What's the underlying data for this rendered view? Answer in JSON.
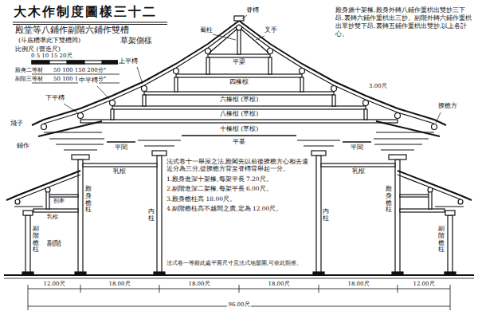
{
  "diagram": {
    "title": "大木作制度圖樣三十二",
    "labels": [
      "殿堂等八鋪作副階六鋪作雙槽",
      "(斗底槽準此下雙槽同)",
      "草架側樣",
      "比例尺 (營造尺)",
      "0 5 10 15 20尺",
      "殿身二等材",
      "50 100 150 200分°",
      "副階三等材",
      "50 100 150 200分°",
      "殿身施十架椽,殿身外轉八鋪作重栱出雙抄三下昂,裏轉六鋪作重栱出三抄。副階外轉六鋪作重栱出單抄雙下昂,裏轉五鋪作重栱出雙抄,以上各計心。",
      "脊槫",
      "叉手",
      "蜀柱",
      "平梁",
      "四椽栿",
      "六椽栿 (草栿)",
      "八椽栿 (草栿)",
      "十椽栿 (草栿)",
      "平棊",
      "上平槫",
      "中平槫",
      "下平槫",
      "撩檐方",
      "3.00尺",
      "飛子",
      "鋪作",
      "平闇",
      "乳栿",
      "平闇",
      "乳栿",
      "劄牽",
      "乳栿",
      "副階",
      "殿身檐柱",
      "內柱",
      "副階檐柱",
      "內柱",
      "殿身檐柱",
      "副階檐柱",
      "法式卷十一舉屋之法,殿閣先以前後撩檐方心相去遠近分為三分,從撩檐方背至脊槫背舉起一分。",
      "1.殿身進深十架椽,每架平長 7.20尺。",
      "2.副階進深二架椽,每架平長 6.00尺。",
      "3.殿身檐柱高 18.00尺。",
      "4.副階檐柱高不越間之廣,定為 12.00尺。",
      "法式卷一等殿此處平面尺寸見法式地盤圖,可依此類推。",
      "12.00尺",
      "18.00尺",
      "18.00尺",
      "18.00尺",
      "18.00尺",
      "12.00尺",
      "96.00尺"
    ]
  }
}
